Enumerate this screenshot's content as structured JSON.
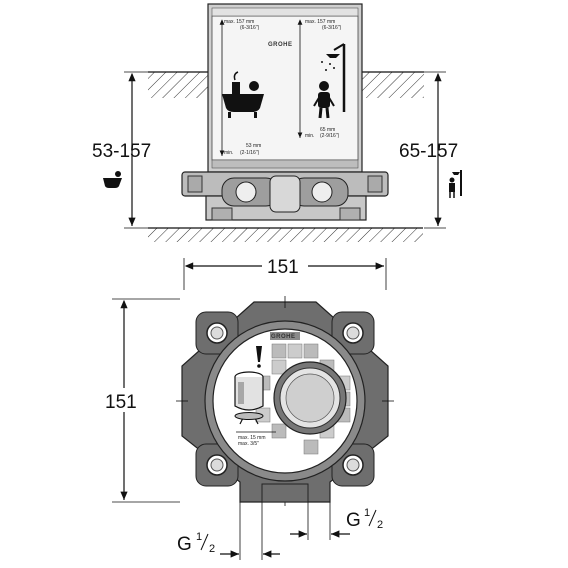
{
  "side_view": {
    "depth_label_bath": "53-157",
    "depth_label_shower": "65-157",
    "box_max_left": "max. 157 mm",
    "box_max_left_inch": "(6-3/16\")",
    "box_max_right": "max. 157 mm",
    "box_max_right_inch": "(6-3/16\")",
    "box_min_left": "53 mm",
    "box_min_left_prefix": "min.",
    "box_min_left_inch": "(2-1/16\")",
    "box_min_right": "65 mm",
    "box_min_right_prefix": "min.",
    "box_min_right_inch": "(2-9/16\")",
    "brand_logo": "GROHE"
  },
  "top_view": {
    "width_label": "151",
    "height_label": "151",
    "thread_right_main": "G",
    "thread_right_num": "1",
    "thread_right_den": "2",
    "thread_left_main": "G",
    "thread_left_num": "1",
    "thread_left_den": "2",
    "depth_note_1": "max. 15 mm",
    "depth_note_2": "max. 3/5\"",
    "brand_logo": "GROHE"
  },
  "icons": {
    "bath": "bathtub-icon",
    "shower": "shower-person-icon"
  }
}
